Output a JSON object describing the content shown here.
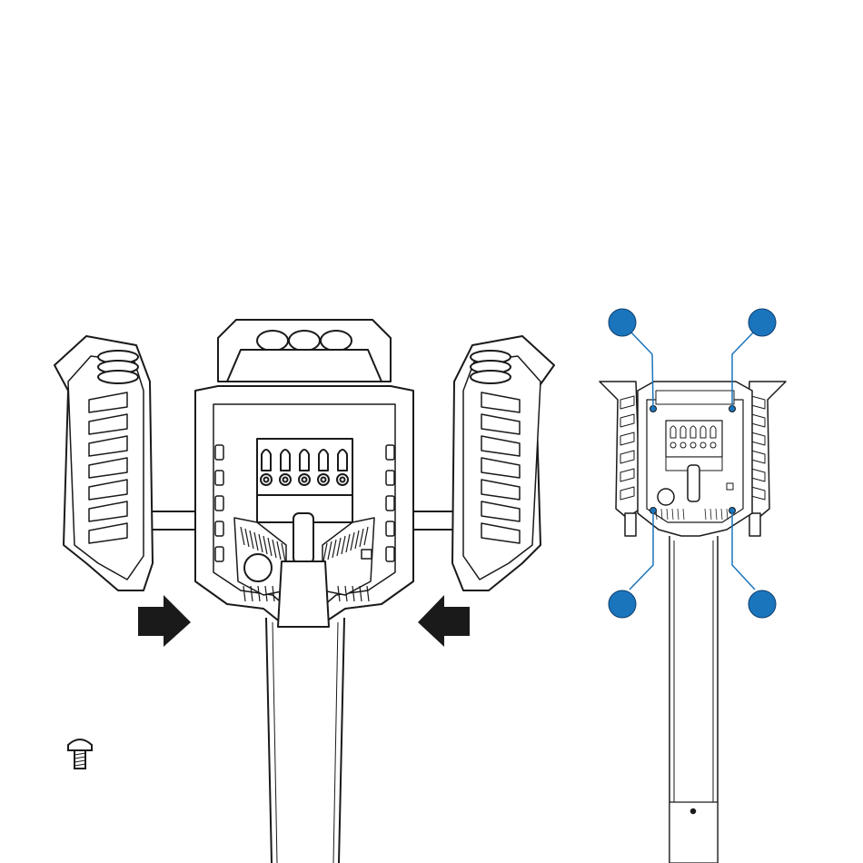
{
  "diagram": {
    "colors": {
      "line": "#1a1a1a",
      "callout": "#1b75bc",
      "callout_fill": "#1b75bc",
      "arrow": "#1a1a1a",
      "background": "#ffffff"
    },
    "left_view": {
      "terminal_count": 5,
      "cable_glands": 3,
      "push_arrows": 2
    },
    "right_view": {
      "callouts": 4,
      "screw_points": 4
    },
    "hardware": {
      "icon": "screw-icon"
    }
  }
}
